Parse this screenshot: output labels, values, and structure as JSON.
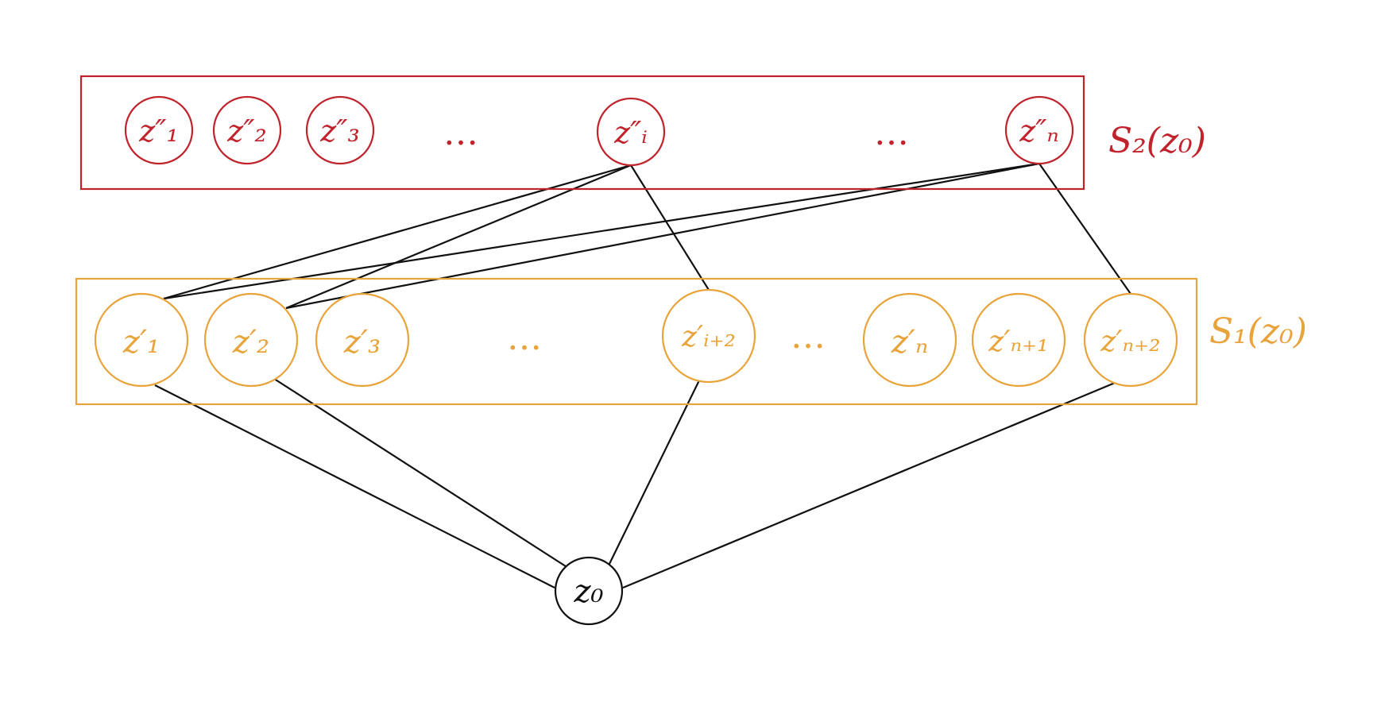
{
  "groups": {
    "s2": {
      "label": "S₂(z₀)",
      "color": "#c0232c"
    },
    "s1": {
      "label": "S₁(z₀)",
      "color": "#e8a33a"
    }
  },
  "nodes": {
    "s2": [
      {
        "id": "zpp1",
        "label": "z″₁"
      },
      {
        "id": "zpp2",
        "label": "z″₂"
      },
      {
        "id": "zpp3",
        "label": "z″₃"
      },
      {
        "id": "zppi",
        "label": "z″ᵢ"
      },
      {
        "id": "zppn",
        "label": "z″ₙ"
      }
    ],
    "s1": [
      {
        "id": "zp1",
        "label": "z′₁"
      },
      {
        "id": "zp2",
        "label": "z′₂"
      },
      {
        "id": "zp3",
        "label": "z′₃"
      },
      {
        "id": "zpi2",
        "label": "z′ᵢ₊₂"
      },
      {
        "id": "zpn",
        "label": "z′ₙ"
      },
      {
        "id": "zpn1",
        "label": "z′ₙ₊₁"
      },
      {
        "id": "zpn2",
        "label": "z′ₙ₊₂"
      }
    ],
    "root": {
      "id": "z0",
      "label": "z₀"
    }
  },
  "ellipsis": "…",
  "edges": [
    [
      "z0",
      "zp1"
    ],
    [
      "z0",
      "zp2"
    ],
    [
      "z0",
      "zpi2"
    ],
    [
      "z0",
      "zpn2"
    ],
    [
      "zppi",
      "zp1"
    ],
    [
      "zppi",
      "zp2"
    ],
    [
      "zppi",
      "zpi2"
    ],
    [
      "zppn",
      "zp1"
    ],
    [
      "zppn",
      "zp2"
    ],
    [
      "zppn",
      "zpn2"
    ]
  ]
}
